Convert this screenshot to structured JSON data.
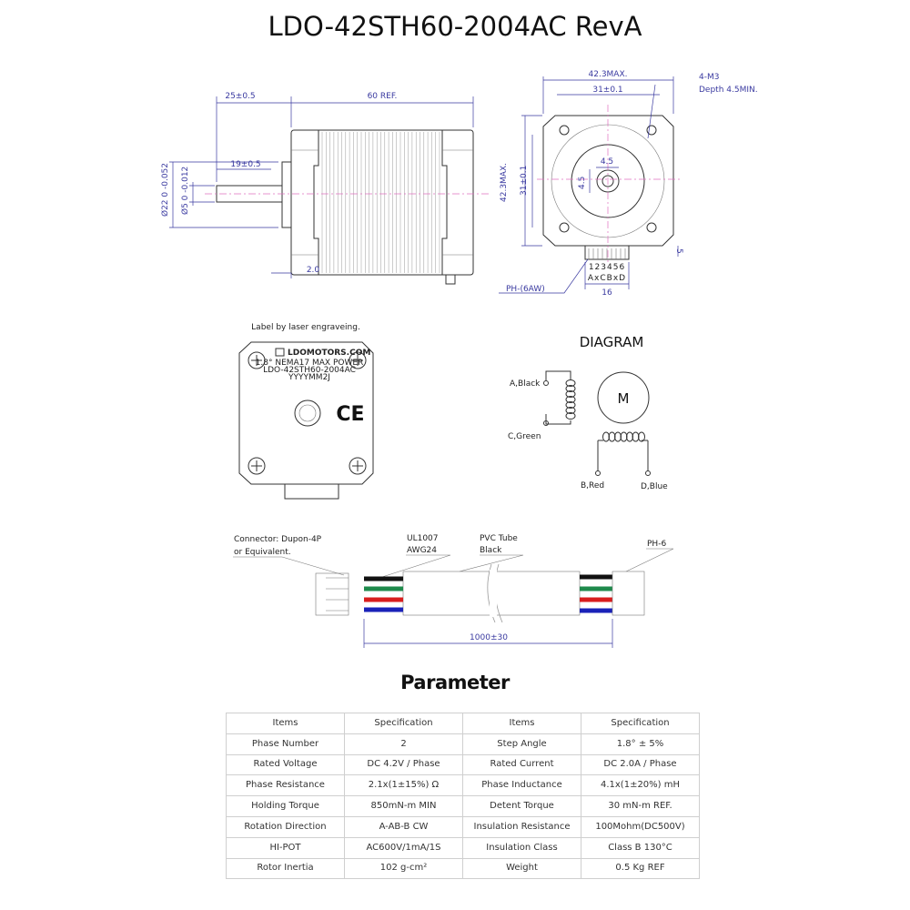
{
  "title": "LDO-42STH60-2004AC RevA",
  "side_view": {
    "dims": [
      "25±0.5",
      "60 REF.",
      "19±0.5",
      "2.0",
      "Ø22 0 -0.052",
      "Ø5 0 -0.012"
    ]
  },
  "front_view": {
    "dims": [
      "42.3MAX.",
      "31±0.1",
      "4.5",
      "4.5",
      "42.3MAX.",
      "31±0.1",
      "5",
      "16"
    ],
    "hole_note": [
      "4-M3",
      "Depth 4.5MIN."
    ],
    "pins": "123456",
    "pin_map": "AxCBxD",
    "connector": "PH-(6AW)"
  },
  "label": {
    "caption": "Label by laser engraveing.",
    "brand": "LDOMOTORS.COM",
    "line1": "1.8° NEMA17 MAX POWER",
    "line2": "LDO-42STH60-2004AC",
    "line3": "YYYYMM2J",
    "mark": "CE"
  },
  "diagram": {
    "title": "DIAGRAM",
    "motor": "M",
    "wires": [
      "A,Black",
      "C,Green",
      "B,Red",
      "D,Blue"
    ]
  },
  "cable": {
    "connector_note": [
      "Connector: Dupon-4P",
      "or Equivalent."
    ],
    "wire_note": [
      "UL1007",
      "AWG24"
    ],
    "tube_note": [
      "PVC Tube",
      "Black"
    ],
    "end_connector": "PH-6",
    "length": "1000±30",
    "colors": {
      "black": "#111111",
      "green": "#1f8a4c",
      "red": "#d81e1e",
      "blue": "#1a22b8"
    }
  },
  "parameter": {
    "heading": "Parameter",
    "header": [
      "Items",
      "Specification",
      "Items",
      "Specification"
    ],
    "rows": [
      [
        "Phase Number",
        "2",
        "Step Angle",
        "1.8° ± 5%"
      ],
      [
        "Rated Voltage",
        "DC 4.2V / Phase",
        "Rated Current",
        "DC 2.0A / Phase"
      ],
      [
        "Phase Resistance",
        "2.1x(1±15%) Ω",
        "Phase Inductance",
        "4.1x(1±20%) mH"
      ],
      [
        "Holding Torque",
        "850mN-m MIN",
        "Detent Torque",
        "30 mN-m REF."
      ],
      [
        "Rotation Direction",
        "A-AB-B CW",
        "Insulation Resistance",
        "100Mohm(DC500V)"
      ],
      [
        "HI-POT",
        "AC600V/1mA/1S",
        "Insulation Class",
        "Class B 130°C"
      ],
      [
        "Rotor Inertia",
        "102 g-cm²",
        "Weight",
        "0.5 Kg REF"
      ]
    ]
  }
}
